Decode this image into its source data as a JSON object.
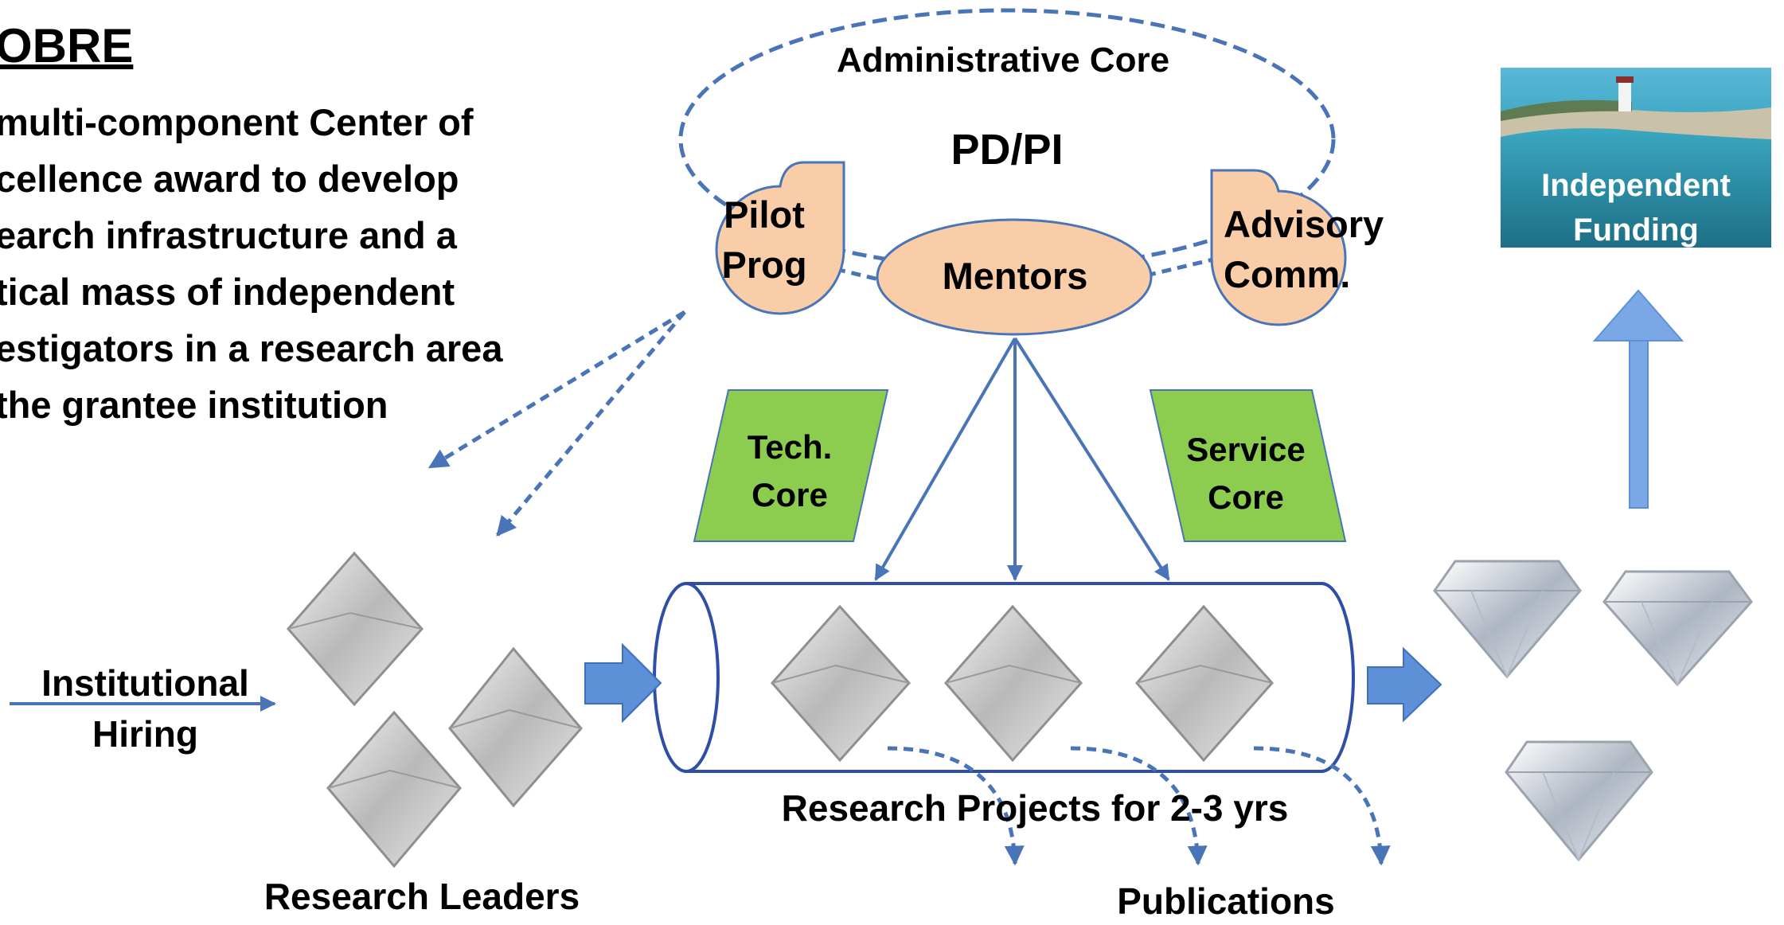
{
  "intro": {
    "title": "OBRE",
    "lines": [
      "multi-component Center of",
      "cellence award to develop",
      "earch infrastructure and a",
      "tical mass of independent",
      "estigators in a research area",
      "the grantee institution"
    ]
  },
  "admin": {
    "title": "Administrative Core",
    "pdpi": "PD/PI",
    "pilot": [
      "Pilot",
      "Prog"
    ],
    "mentors": "Mentors",
    "advisory": [
      "Advisory",
      "Comm."
    ]
  },
  "cores": {
    "tech": [
      "Tech.",
      "Core"
    ],
    "service": [
      "Service",
      "Core"
    ]
  },
  "labels": {
    "hiring": [
      "Institutional",
      "Hiring"
    ],
    "leaders": "Research Leaders",
    "projects": "Research Projects for 2-3 yrs",
    "publications": "Publications",
    "funding": [
      "Independent",
      "Funding"
    ]
  },
  "colors": {
    "blue_line": "#4a74b8",
    "peach_fill": "#f9cda8",
    "green_fill": "#8ccc4e",
    "arrow_fill": "#5d90d6",
    "teal_banner": "#2b8a9a"
  }
}
